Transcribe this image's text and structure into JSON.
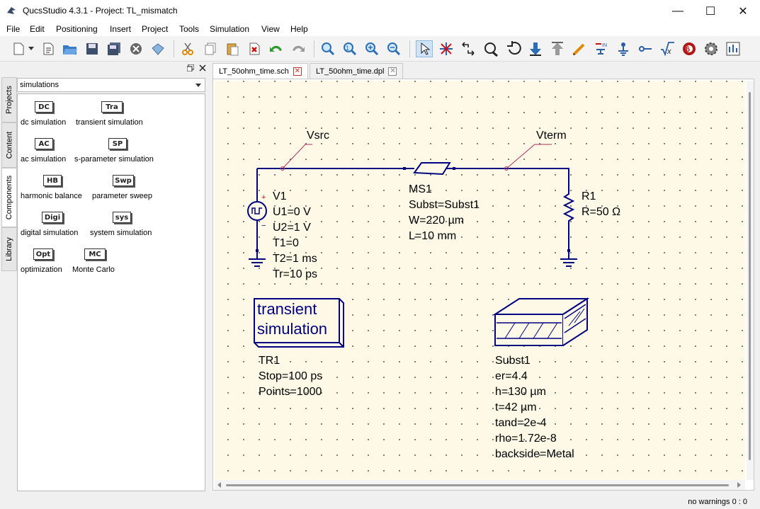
{
  "window": {
    "title": "QucsStudio 4.3.1 - Project: TL_mismatch"
  },
  "menu": [
    "File",
    "Edit",
    "Positioning",
    "Insert",
    "Project",
    "Tools",
    "Simulation",
    "View",
    "Help"
  ],
  "toolbar_icons": [
    "new-icon",
    "new-text-icon",
    "open-icon",
    "save-icon",
    "save-all-icon",
    "close-icon",
    "print-icon",
    "cut-icon",
    "copy-icon",
    "paste-icon",
    "delete-icon",
    "undo-icon",
    "redo-icon",
    "zoom-fit-icon",
    "zoom-select-icon",
    "zoom-in-icon",
    "zoom-out-icon",
    "select-icon",
    "deactivate-icon",
    "mirror-icon",
    "rotate-icon",
    "set-on-grid-icon",
    "go-into-subcircuit-icon",
    "go-out-subcircuit-icon",
    "wire-icon",
    "insert-port-icon",
    "insert-ground-icon",
    "insert-label-icon",
    "equation-icon",
    "simulate-icon",
    "settings-icon",
    "view-dpl-icon"
  ],
  "dock": {
    "vtabs": [
      "Projects",
      "Content",
      "Components",
      "Library"
    ],
    "combo_value": "simulations",
    "components": [
      {
        "icon": "DC",
        "label": "dc simulation"
      },
      {
        "icon": "Tra",
        "label": "transient simulation"
      },
      {
        "icon": "AC",
        "label": "ac simulation"
      },
      {
        "icon": "SP",
        "label": "s-parameter simulation"
      },
      {
        "icon": "HB",
        "label": "harmonic balance"
      },
      {
        "icon": "Swp",
        "label": "parameter sweep"
      },
      {
        "icon": "Digi",
        "label": "digital simulation"
      },
      {
        "icon": "sys",
        "label": "system simulation"
      },
      {
        "icon": "Opt",
        "label": "optimization"
      },
      {
        "icon": "MC",
        "label": "Monte Carlo"
      }
    ]
  },
  "tabs": [
    {
      "label": "LT_50ohm_time.sch"
    },
    {
      "label": "LT_50ohm_time.dpl"
    }
  ],
  "schematic": {
    "vsrc_label": "Vsrc",
    "vterm_label": "Vterm",
    "source": {
      "name": "V1",
      "params": [
        "U1=0 V",
        "U2=1 V",
        "T1=0",
        "T2=1 ms",
        "Tr=10 ps"
      ],
      "plus": "+",
      "minus": "−"
    },
    "line": {
      "name": "MS1",
      "params": [
        "Subst=Subst1",
        "W=220 µm",
        "L=10 mm"
      ]
    },
    "resistor": {
      "name": "R1",
      "params": [
        "R=50 Ω"
      ]
    },
    "sim": {
      "line1": "transient",
      "line2": "simulation",
      "name": "TR1",
      "params": [
        "Stop=100 ps",
        "Points=1000"
      ]
    },
    "substrate": {
      "name": "Subst1",
      "params": [
        "er=4.4",
        "h=130 µm",
        "t=42 µm",
        "tand=2e-4",
        "rho=1.72e-8",
        "backside=Metal"
      ]
    }
  },
  "status": "no warnings  0 : 0",
  "colors": {
    "wire": "#000080",
    "canvas": "#fdf9e6",
    "label_line": "#b03060"
  }
}
